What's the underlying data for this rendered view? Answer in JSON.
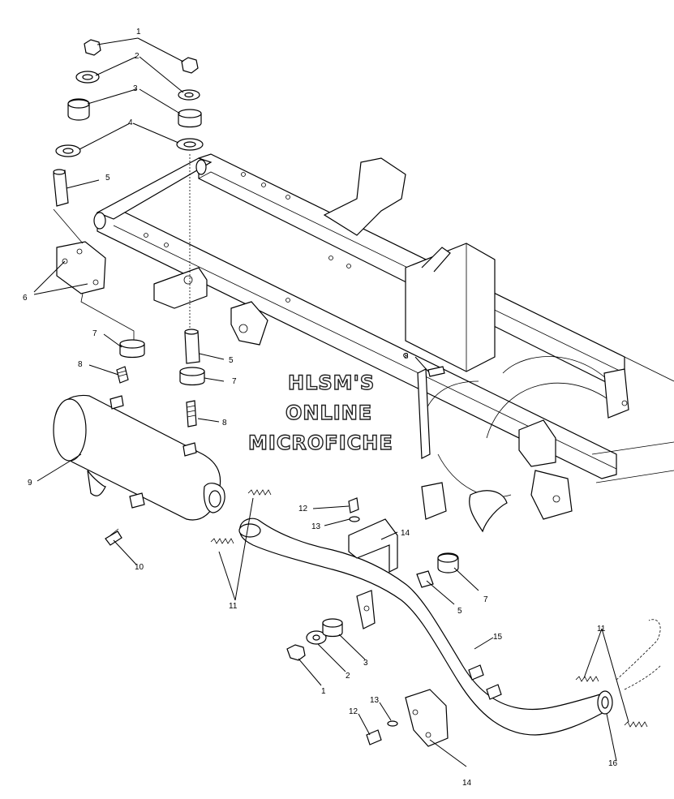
{
  "watermark": {
    "line1": "HLSM'S",
    "line2": "ONLINE",
    "line3": "MICROFICHE"
  },
  "callouts": [
    "1",
    "2",
    "3",
    "4",
    "5",
    "6",
    "7",
    "8",
    "9",
    "10",
    "11",
    "12",
    "13",
    "14",
    "15",
    "16"
  ]
}
